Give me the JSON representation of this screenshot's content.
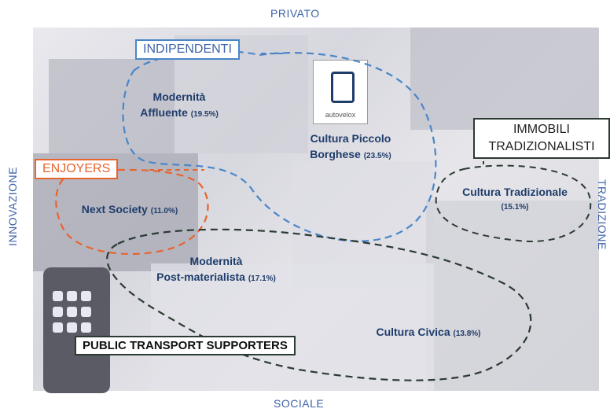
{
  "axes": {
    "top": "PRIVATO",
    "bottom": "SOCIALE",
    "left": "INNOVAZIONE",
    "right": "TRADIZIONE"
  },
  "groups": {
    "indipendenti": "INDIPENDENTI",
    "enjoyers": "ENJOYERS",
    "immobili_line1": "IMMOBILI",
    "immobili_line2": "TRADIZIONALISTI",
    "public_transport": "PUBLIC TRANSPORT SUPPORTERS"
  },
  "segments": {
    "modernita_affluente": {
      "line1": "Modernità",
      "line2": "Affluente",
      "pct": "(19.5%)"
    },
    "cultura_piccolo_borghese": {
      "line1": "Cultura Piccolo",
      "line2": "Borghese",
      "pct": "(23.5%)"
    },
    "next_society": {
      "line1": "Next Society",
      "pct": "(11.0%)"
    },
    "cultura_tradizionale": {
      "line1": "Cultura Tradizionale",
      "pct": "(15.1%)"
    },
    "modernita_post": {
      "line1": "Modernità",
      "line2": "Post-materialista",
      "pct": "(17.1%)"
    },
    "cultura_civica": {
      "line1": "Cultura Civica",
      "pct": "(13.8%)"
    }
  },
  "image_text": {
    "autovelox": "autovelox"
  },
  "colors": {
    "blue_dash": "#4a86c8",
    "orange_dash": "#e8642c",
    "dark_dash": "#2b3a33",
    "segment_text": "#1f3d6b",
    "axis_text": "#3d63a8",
    "enjoyers_text": "#e8642c"
  }
}
